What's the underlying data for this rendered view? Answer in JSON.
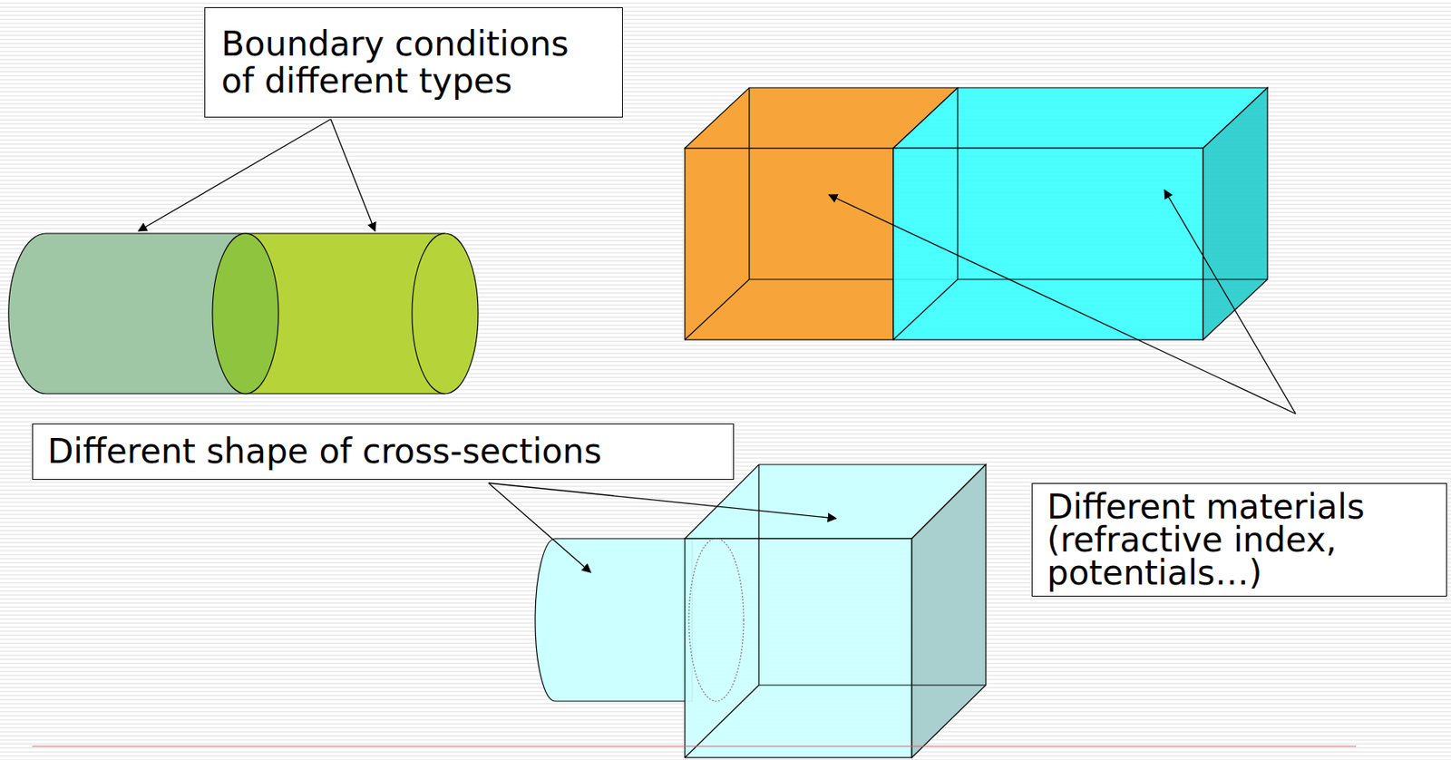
{
  "diagram": {
    "nodes": [
      {
        "text": [
          "Boundary conditions of different types"
        ]
      },
      {
        "text": [
          "Different shape of cross-sections"
        ]
      },
      {
        "text": [
          "Different materials (refractive index, potentials…)"
        ]
      }
    ]
  }
}
